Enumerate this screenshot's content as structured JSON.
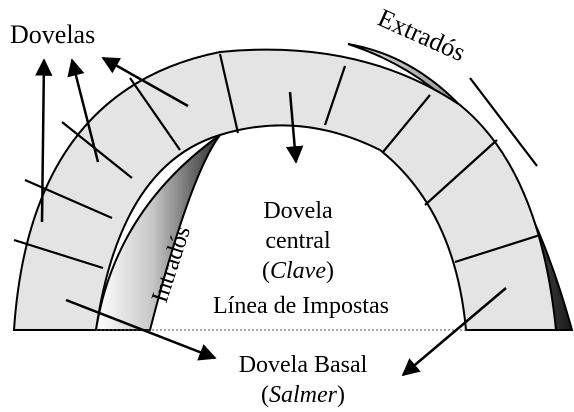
{
  "labels": {
    "dovelas": "Dovelas",
    "extrados": "Extradós",
    "intrados": "Intradós",
    "dovela_central_1": "Dovela",
    "dovela_central_2": "central",
    "clave_open": "(",
    "clave": "Clave",
    "clave_close": ")",
    "linea_impostas": "Línea de Impostas",
    "dovela_basal": "Dovela Basal",
    "salmer_open": "(",
    "salmer": "Salmer",
    "salmer_close": ")"
  },
  "colors": {
    "stone_fill": "#e4e4e4",
    "stroke": "#000000",
    "shadow_dark": "#1a1a1a"
  }
}
